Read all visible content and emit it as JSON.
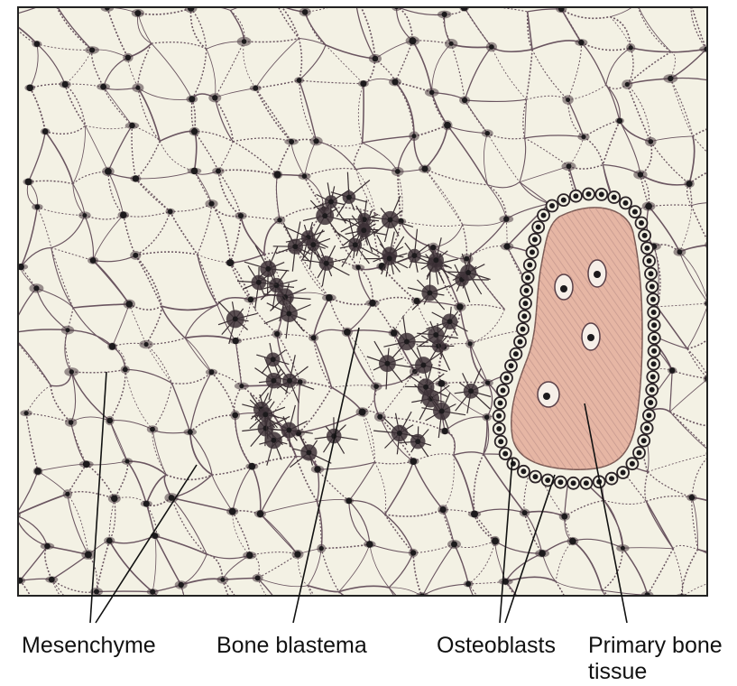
{
  "labels": {
    "mesenchyme": "Mesenchyme",
    "bone_blastema": "Bone blastema",
    "osteoblasts": "Osteoblasts",
    "primary_bone_line1": "Primary bone",
    "primary_bone_line2": "tissue"
  },
  "colors": {
    "background": "#ffffff",
    "tissue_fill": "#f3f1e4",
    "cell_outline": "#6a5560",
    "nucleus": "#1c1a1c",
    "bone_matrix": "#e6b6a4",
    "bone_hatch": "#b98d86",
    "frame": "#222222",
    "leader_line": "#111111"
  }
}
